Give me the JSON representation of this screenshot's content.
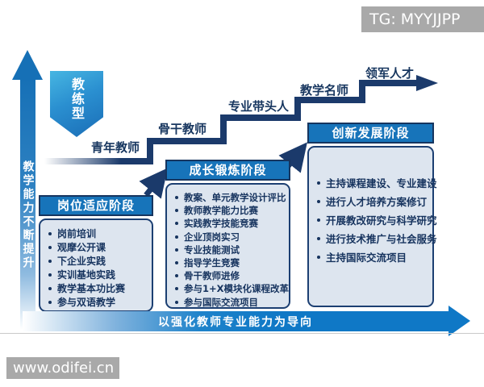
{
  "watermarks": {
    "top_right": "TG: MYYJJPP",
    "bottom_left": "www.odifei.cn"
  },
  "left_axis": {
    "label": "教学能力不断提升"
  },
  "badge": {
    "label": "教练型"
  },
  "ladder": {
    "steps": [
      "青年教师",
      "骨干教师",
      "专业带头人",
      "教学名师",
      "领军人才"
    ]
  },
  "stages": [
    {
      "title": "岗位适应阶段",
      "items": [
        "岗前培训",
        "观摩公开课",
        "下企业实践",
        "实训基地实践",
        "教学基本功比赛",
        "参与双语教学"
      ]
    },
    {
      "title": "成长锻炼阶段",
      "items": [
        "教案、单元教学设计评比",
        "教师教学能力比赛",
        "实践教学技能竞赛",
        "企业顶岗实习",
        "专业技能测试",
        "指导学生竞赛",
        "骨干教师进修",
        "参与1+X模块化课程改革",
        "参与国际交流项目"
      ]
    },
    {
      "title": "创新发展阶段",
      "items": [
        "主持课程建设、专业建设",
        "进行人才培养方案修订",
        "开展教改研究与科学研究",
        "进行技术推广与社会服务",
        "主持国际交流项目"
      ]
    }
  ],
  "bottom_axis": {
    "label": "以强化教师专业能力为导向"
  },
  "colors": {
    "navy": "#1b3a6b",
    "header_blue": "#1774ba",
    "panel_bg": "#dde5ef",
    "arrow_blue": "#0f78c6",
    "badge_top": "#47b6e2",
    "badge_bottom": "#1a6db6",
    "watermark_gray": "#a9a9a9",
    "text_navy": "#16335e"
  }
}
